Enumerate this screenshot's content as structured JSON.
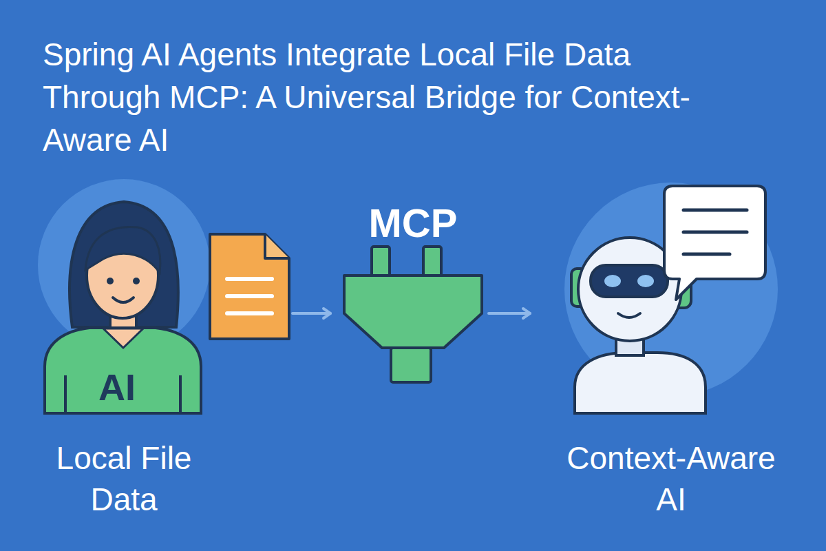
{
  "diagram": {
    "title": "Spring AI Agents Integrate Local File Data Through MCP: A Universal Bridge for Context-Aware AI",
    "nodes": [
      {
        "text": [
          "Local File Data"
        ]
      },
      {
        "text": [
          "MCP"
        ]
      },
      {
        "text": [
          "Context-Aware AI"
        ]
      }
    ],
    "edges": [
      {
        "from": 0,
        "to": 1,
        "arrow": "to"
      },
      {
        "from": 1,
        "to": 2,
        "arrow": "to"
      }
    ],
    "labels": [
      "AI"
    ]
  }
}
